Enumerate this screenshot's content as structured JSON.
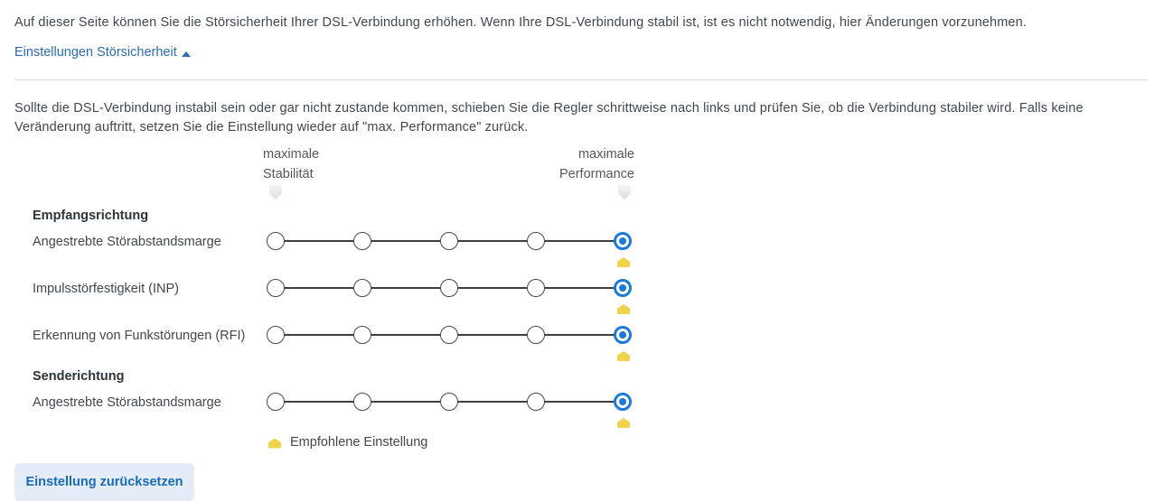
{
  "page": {
    "intro_text": "Auf dieser Seite können Sie die Störsicherheit Ihrer DSL-Verbindung erhöhen. Wenn Ihre DSL-Verbindung stabil ist, ist es nicht notwendig, hier Änderungen vorzunehmen.",
    "collapse_link_label": "Einstellungen Störsicherheit",
    "hint_text": "Sollte die DSL-Verbindung instabil sein oder gar nicht zustande kommen, schieben Sie die Regler schrittweise nach links und prüfen Sie, ob die Verbindung stabiler wird. Falls keine Veränderung auftritt, setzen Sie die Einstellung wieder auf \"max. Performance\" zurück."
  },
  "columns": {
    "left_line1": "maximale",
    "left_line2": "Stabilität",
    "right_line1": "maximale",
    "right_line2": "Performance"
  },
  "groups": [
    {
      "title": "Empfangsrichtung",
      "rows": [
        {
          "label": "Angestrebte Störabstandsmarge",
          "steps": 5,
          "selected_index": 4,
          "recommended_index": 4
        },
        {
          "label": "Impulsstörfestigkeit (INP)",
          "steps": 5,
          "selected_index": 4,
          "recommended_index": 4
        },
        {
          "label": "Erkennung von Funkstörungen (RFI)",
          "steps": 5,
          "selected_index": 4,
          "recommended_index": 4
        }
      ]
    },
    {
      "title": "Senderichtung",
      "rows": [
        {
          "label": "Angestrebte Störabstandsmarge",
          "steps": 5,
          "selected_index": 4,
          "recommended_index": 4
        }
      ]
    }
  ],
  "legend": {
    "label": "Empfohlene Einstellung"
  },
  "buttons": {
    "reset_label": "Einstellung zurücksetzen"
  },
  "colors": {
    "link": "#2b6cb3",
    "selected_radio": "#1a7ad9",
    "recommended_marker": "#f0d24b",
    "button_bg": "#e3ecf7",
    "button_text": "#1a6bb5"
  }
}
